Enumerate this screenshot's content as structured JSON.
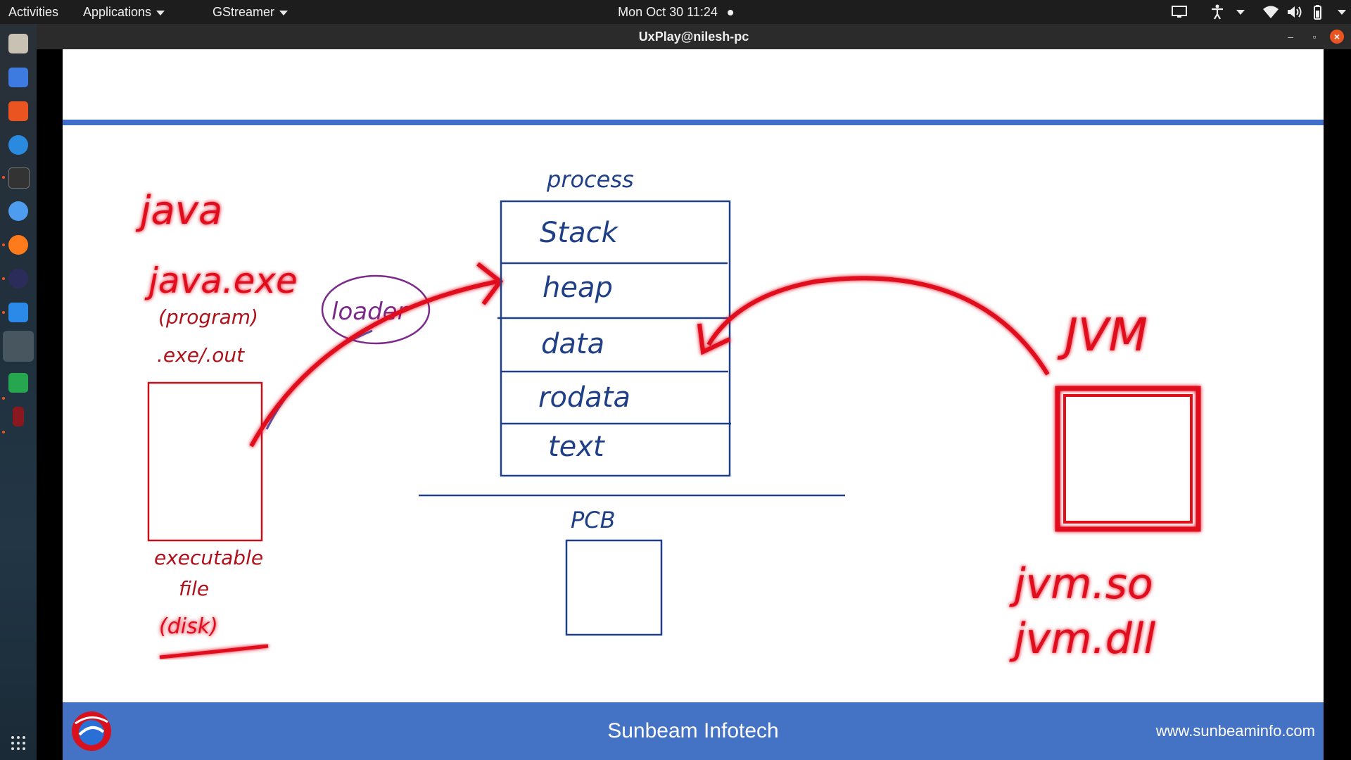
{
  "topbar": {
    "activities": "Activities",
    "applications": "Applications",
    "app_menu": "GStreamer",
    "clock": "Mon Oct 30  11:24"
  },
  "window": {
    "title": "UxPlay@nilesh-pc",
    "minimize": "–",
    "maximize": "▫",
    "close": "×"
  },
  "slide": {
    "footer_title": "Sunbeam Infotech",
    "footer_url": "www.sunbeaminfo.com",
    "process_label": "process",
    "segments": [
      "Stack",
      "heap",
      "data",
      "rodata",
      "text"
    ],
    "pcb_label": "PCB",
    "left_notes": {
      "java": "java",
      "java_exe": "java.exe",
      "program": "(program)",
      "ext": ".exe/.out",
      "executable": "executable",
      "file": "file",
      "disk": "(disk)"
    },
    "loader_label": "loader",
    "right_notes": {
      "jvm": "JVM",
      "jvm_so": "jvm.so",
      "jvm_dll": "jvm.dll"
    }
  },
  "colors": {
    "accent_orange": "#e95420",
    "slide_blue": "#4472c4",
    "ink_blue": "#1f3f87",
    "ink_red": "#e0101a",
    "ink_purple": "#7b2a8a"
  }
}
